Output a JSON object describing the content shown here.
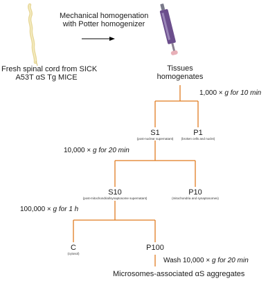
{
  "source": {
    "line1": "Fresh spinal cord from SICK",
    "line2": "A53T αS Tg MICE"
  },
  "process": {
    "line1": "Mechanical homogenation",
    "line2": "with Potter homogenizer"
  },
  "tissues": {
    "line1": "Tissues",
    "line2": "homogenates"
  },
  "spin1": {
    "pre": "1,000 × ",
    "g": "g",
    "post": " for 10 min"
  },
  "s1": {
    "label": "S1",
    "sub": "(post-nuclear supernatant)"
  },
  "p1": {
    "label": "P1",
    "sub": "(broken cells and nuclei)"
  },
  "spin2": {
    "pre": "10,000 × ",
    "g": "g",
    "post": " for 20 min"
  },
  "s10": {
    "label": "S10",
    "sub": "(post-mitochondrial/synaptosome supernatant)"
  },
  "p10": {
    "label": "P10",
    "sub": "(mitochondria and synaptosomes)"
  },
  "spin3": {
    "pre": "100,000 × ",
    "g": "g",
    "post": " for 1 h"
  },
  "c": {
    "label": "C",
    "sub": "(cytosol)"
  },
  "p100": {
    "label": "P100"
  },
  "wash": {
    "pre": "Wash 10,000 × ",
    "g": "g",
    "post": " for 20 min"
  },
  "final": {
    "text": "Microsomes-associated αS aggregates"
  },
  "colors": {
    "tree": "#E07B1F",
    "arrow": "#000000",
    "cord": "#E8D89A",
    "homogenizer": "#6B4E8C"
  }
}
